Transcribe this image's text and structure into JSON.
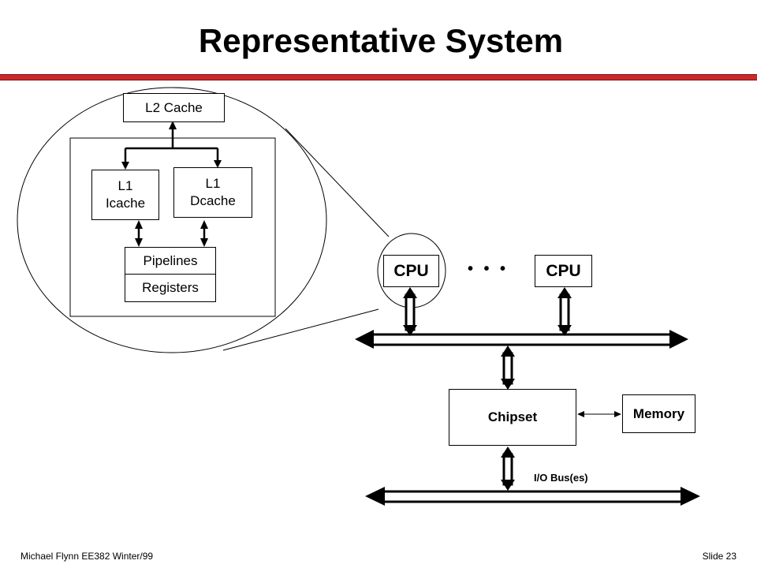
{
  "slide": {
    "title": "Representative System",
    "footer_left": "Michael Flynn EE382 Winter/99",
    "footer_right": "Slide 23",
    "accent_color": "#cc2a2a"
  },
  "cpu_detail": {
    "l2_cache": "L2 Cache",
    "l1_icache": [
      "L1",
      "Icache"
    ],
    "l1_dcache": [
      "L1",
      "Dcache"
    ],
    "pipelines": "Pipelines",
    "registers": "Registers"
  },
  "system": {
    "cpu_left": "CPU",
    "ellipsis": "• • •",
    "cpu_right": "CPU",
    "chipset": "Chipset",
    "memory": "Memory",
    "io_bus": "I/O Bus(es)"
  }
}
